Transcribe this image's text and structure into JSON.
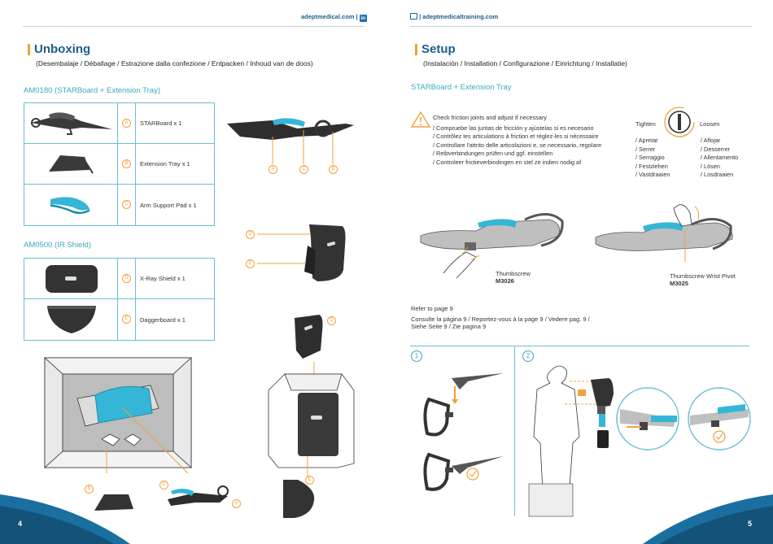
{
  "header": {
    "left_site": "adeptmedical.com |",
    "right_site": "| adeptmedicaltraining.com",
    "linkedin_glyph": "in"
  },
  "unboxing": {
    "title": "Unboxing",
    "subtitle": "(Desembalaje / Déballage / Estrazione dalla confezione / Entpacken / Inhoud van de doos)",
    "kit1_title": "AM0180 (STARBoard + Extension Tray)",
    "kit1_items": [
      {
        "letter": "A",
        "name": "STARBoard x 1"
      },
      {
        "letter": "B",
        "name": "Extension Tray x 1"
      },
      {
        "letter": "C",
        "name": "Arm Support Pad x 1"
      }
    ],
    "kit2_title": "AM0500 (IR Shield)",
    "kit2_items": [
      {
        "letter": "D",
        "name": "X-Ray Shield x 1"
      },
      {
        "letter": "E",
        "name": "Daggerboard x 1"
      }
    ],
    "callouts": {
      "A": "A",
      "B": "B",
      "C": "C",
      "D": "D",
      "E": "E"
    },
    "page_number": "4"
  },
  "setup": {
    "title": "Setup",
    "subtitle": "(Instalación / Installation / Configurazione / Einrichtung / Installatie)",
    "section_title": "STARBoard + Extension Tray",
    "warning_lines": [
      "Check friction joints and adjust if necessary",
      "/ Compruebe las juntas de fricción y ajústelas si es necesario",
      "/ Contrôlez les articulations à friction et réglez-les si nécessaire",
      "/ Controllare l'attrito delle articolazioni e, se necessario, regolare",
      "/ Reibverbindungen prüfen und ggf. einstellen",
      "/ Controleer frictieverbindingen en stel ze indien nodig af"
    ],
    "tighten_label": "Tighten",
    "loosen_label": "Loosen",
    "tighten_terms": [
      "/ Apretar",
      "/ Serrer",
      "/ Serraggio",
      "/ Festziehen",
      "/ Vastdraaien"
    ],
    "loosen_terms": [
      "/ Aflojar",
      "/ Desserrer",
      "/ Allentamento",
      "/ Lösen",
      "/ Losdraaien"
    ],
    "thumbscrew_label": "Thumbscrew",
    "thumbscrew_code": "M3026",
    "pivot_label": "Thumbscrew Wrist Pivot",
    "pivot_code": "M3025",
    "refer_text": "Refer to page 9",
    "refer_translations_1": "Consulte la página 9 / Reportez-vous à la page 9 / Vedere pag. 9 /",
    "refer_translations_2": "Siehe Seite 9 / Zie pagina 9",
    "step1": "1",
    "step2": "2",
    "page_number": "5"
  },
  "colors": {
    "brand_blue": "#1e5e8a",
    "teal": "#3aa8c1",
    "accent_orange": "#f2a13b",
    "product_cyan": "#35b6d6"
  }
}
